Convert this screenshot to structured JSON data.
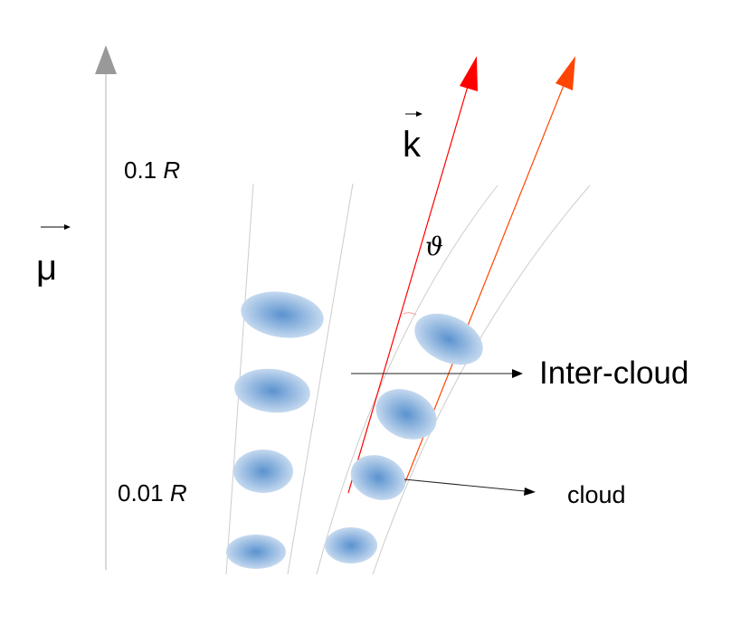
{
  "labels": {
    "scale_high_value": "0.1",
    "scale_high_unit": "R",
    "scale_low_value": "0.01",
    "scale_low_unit": "R",
    "mu_vector": "μ",
    "k_vector": "k",
    "angle": "ϑ",
    "inter_cloud": "Inter-cloud",
    "cloud": "cloud"
  },
  "colors": {
    "mu_axis": "#999999",
    "k_arrow_1": "#ff0000",
    "k_arrow_2": "#ff4500",
    "cloud_center": "#5a92cf",
    "cloud_edge": "#c5d9ef",
    "guide_lines": "#cccccc",
    "pointer_lines": "#222222"
  }
}
